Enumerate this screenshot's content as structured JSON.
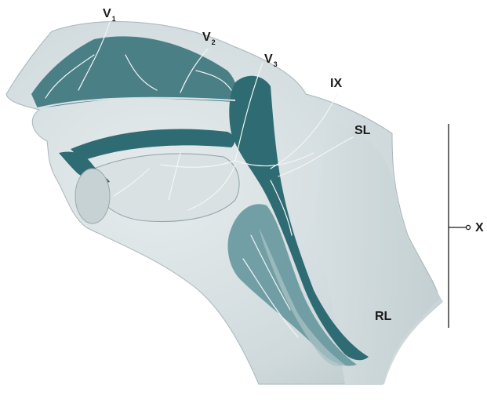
{
  "figure": {
    "labels": {
      "v1": {
        "main": "V",
        "sub": "1"
      },
      "v2": {
        "main": "V",
        "sub": "2"
      },
      "v3": {
        "main": "V",
        "sub": "3"
      },
      "ix": "IX",
      "sl": "SL",
      "rl": "RL",
      "x": "X"
    },
    "colors": {
      "mucosa": "#2e6b73",
      "mucosa_light": "#5f939a",
      "nerve": "#f2f6f6",
      "tissue": "#d3dcde",
      "tissue_light": "#e8edee",
      "outline": "#9aa8ab"
    }
  }
}
